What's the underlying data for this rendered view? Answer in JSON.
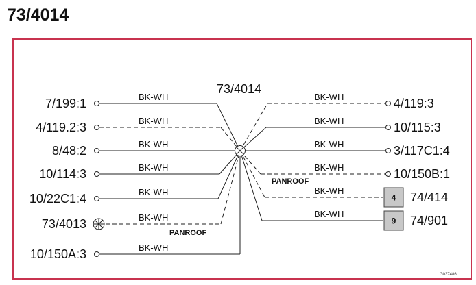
{
  "page_title": "73/4014",
  "splice_label": "73/4014",
  "ref_code": "G037486",
  "left": [
    {
      "terminal": "7/199:1",
      "wire": "BK-WH",
      "dashed": false
    },
    {
      "terminal": "4/119.2:3",
      "wire": "BK-WH",
      "dashed": true
    },
    {
      "terminal": "8/48:2",
      "wire": "BK-WH",
      "dashed": false
    },
    {
      "terminal": "10/114:3",
      "wire": "BK-WH",
      "dashed": false
    },
    {
      "terminal": "10/22C1:4",
      "wire": "BK-WH",
      "dashed": false
    },
    {
      "terminal": "73/4013",
      "wire": "BK-WH",
      "dashed": true,
      "note": "PANROOF"
    },
    {
      "terminal": "10/150A:3",
      "wire": "BK-WH",
      "dashed": false
    }
  ],
  "right": [
    {
      "terminal": "4/119:3",
      "wire": "BK-WH",
      "dashed": true
    },
    {
      "terminal": "10/115:3",
      "wire": "BK-WH",
      "dashed": false
    },
    {
      "terminal": "3/117C1:4",
      "wire": "BK-WH",
      "dashed": false
    },
    {
      "terminal": "10/150B:1",
      "wire": "BK-WH",
      "dashed": true,
      "note": "PANROOF"
    },
    {
      "terminal": "74/414",
      "wire": "BK-WH",
      "dashed": true,
      "box": "4"
    },
    {
      "terminal": "74/901",
      "wire": "BK-WH",
      "dashed": false,
      "box": "9"
    }
  ]
}
